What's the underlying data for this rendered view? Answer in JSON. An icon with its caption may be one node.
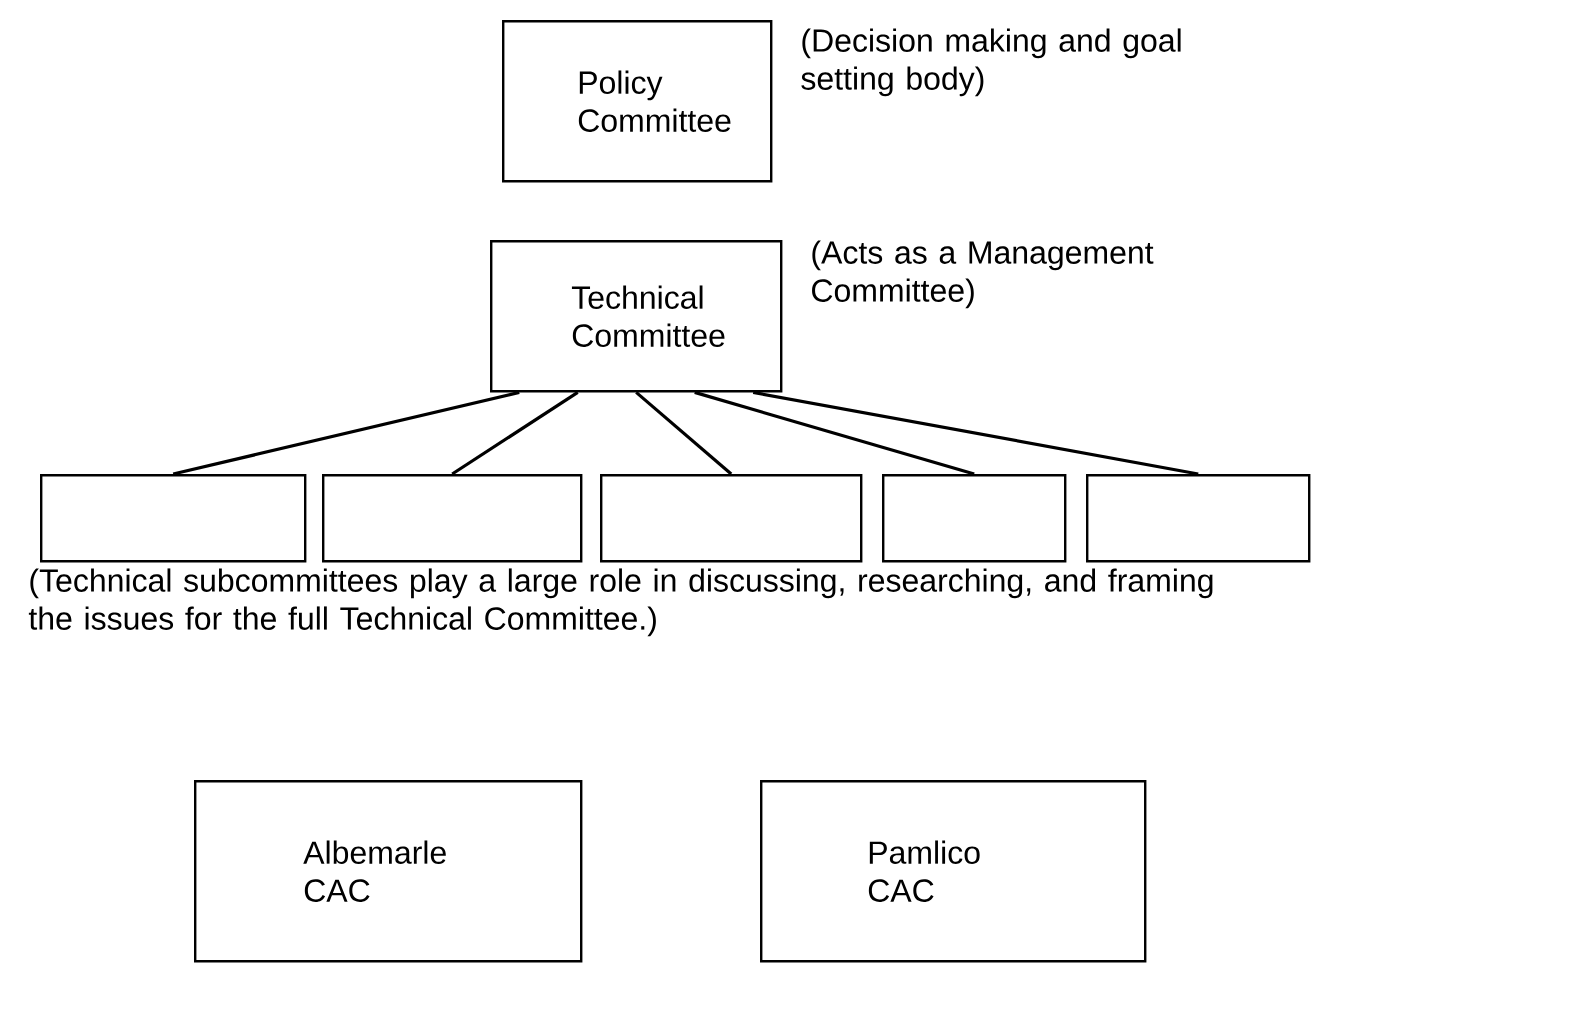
{
  "diagram": {
    "nodes": [
      {
        "text": [
          "Policy Committee"
        ],
        "beside": [
          "(Decision making and goal setting body)"
        ]
      },
      {
        "text": [
          "Technical Committee"
        ],
        "beside": [
          "(Acts as a Management Committee)"
        ]
      },
      {
        "text": [],
        "shape": "box"
      },
      {
        "text": [],
        "shape": "box"
      },
      {
        "text": [],
        "shape": "box"
      },
      {
        "text": [],
        "shape": "box"
      },
      {
        "text": [],
        "shape": "box"
      },
      {
        "text": [
          "Albemarle CAC"
        ]
      },
      {
        "text": [
          "Pamlico CAC"
        ]
      }
    ],
    "edges": [
      {
        "from": 1,
        "to": 2,
        "arrow": "none"
      },
      {
        "from": 1,
        "to": 3,
        "arrow": "none"
      },
      {
        "from": 1,
        "to": 4,
        "arrow": "none"
      },
      {
        "from": 1,
        "to": 5,
        "arrow": "none"
      },
      {
        "from": 1,
        "to": 6,
        "arrow": "none"
      }
    ],
    "labels": [
      "(Technical subcommittees play a large role in discussing, researching, and framing the issues for the full Technical Committee.)"
    ]
  }
}
